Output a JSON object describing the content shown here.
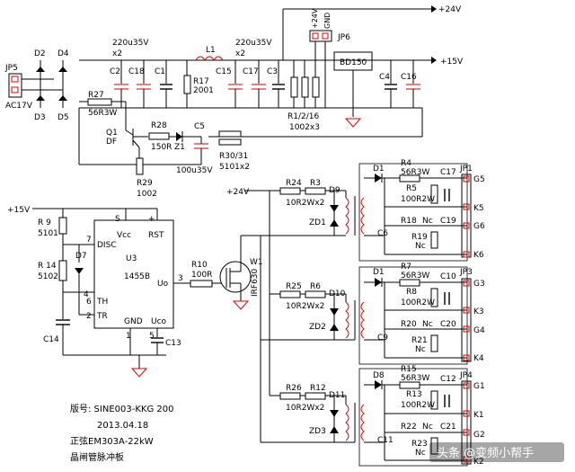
{
  "rails": {
    "v24": "+24V",
    "v15": "+15V",
    "v24_left": "+24V",
    "v15_left": "+15V"
  },
  "power": {
    "JP5": "JP5",
    "AC17V": "AC17V",
    "D2": "D2",
    "D4": "D4",
    "D3": "D3",
    "D5": "D5",
    "R27": "R27",
    "R27_val": "56R3W",
    "C2": "C2",
    "C18": "C18",
    "C1": "C1",
    "cap_group1": "220u35V",
    "x2a": "x2",
    "L1": "L1",
    "R17": "R17",
    "R17_val": "2001",
    "C15": "C15",
    "C17": "C17",
    "C3": "C3",
    "cap_group2": "220u35V",
    "x2b": "x2",
    "R116": "R1/2/16",
    "R116_val": "1002x3",
    "BD150": "BD150",
    "JP6": "JP6",
    "jp6_24": "+24V",
    "jp6_gnd": "GND",
    "C4": "C4",
    "C16": "C16",
    "Q1": "Q1",
    "Q1_type": "DF",
    "R28": "R28",
    "R28_val": "150R",
    "Z1": "Z1",
    "C5": "C5",
    "C5_val": "100u35V",
    "R30": "R30/31",
    "R30_val": "5101x2",
    "R29": "R29",
    "R29_val": "1002"
  },
  "timer": {
    "R9": "R 9",
    "R9_val": "5101",
    "R14": "R 14",
    "R14_val": "5102",
    "D7": "D7",
    "C14": "C14",
    "C13": "C13",
    "U3": "U3",
    "U3_type": "1455B",
    "pin_S": "S",
    "pin_Vcc": "Vcc",
    "pin_plus": "+",
    "pin_RST": "RST",
    "pin_DISC": "DISC",
    "pin_TH": "TH",
    "pin_TR": "TR",
    "pin_GND": "GND",
    "pin_Uco": "Uco",
    "pin_Uo": "Uo",
    "n7": "7",
    "n6": "6",
    "n2": "2",
    "n1": "1",
    "n5": "5",
    "n3": "3",
    "n4": "4",
    "R10": "R10",
    "R10_val": "100R",
    "W1": "W1",
    "W1_type": "IRF630"
  },
  "channels": [
    {
      "Ra": "R24",
      "Rb": "R3",
      "Rval": "10R2Wx2",
      "Dz": "D9",
      "ZD": "ZD1",
      "Dout": "D1",
      "Rc": "R4",
      "Rc_val": "56R3W",
      "Cout": "C17",
      "JP": "JP1",
      "Rd": "R5",
      "Rd_val": "100R2W",
      "Re": "R18",
      "Re_val": "Nc",
      "Cf": "C19",
      "Cin": "C6",
      "Rf": "R19",
      "Rf_val": "Nc",
      "P1": "G5",
      "P2": "K5",
      "P3": "G6",
      "P4": "K6"
    },
    {
      "Ra": "R25",
      "Rb": "R6",
      "Rval": "10R2Wx2",
      "Dz": "D10",
      "ZD": "ZD2",
      "Dout": "D1",
      "Rc": "R7",
      "Rc_val": "56R3W",
      "Cout": "C10",
      "JP": "JP3",
      "Rd": "R8",
      "Rd_val": "100R2W",
      "Re": "R20",
      "Re_val": "Nc",
      "Cf": "C20",
      "Cin": "C9",
      "Rf": "R21",
      "Rf_val": "Nc",
      "P1": "G3",
      "P2": "K3",
      "P3": "G4",
      "P4": "K4"
    },
    {
      "Ra": "R26",
      "Rb": "R12",
      "Rval": "10R2Wx2",
      "Dz": "D11",
      "ZD": "ZD3",
      "Dout": "D8",
      "Rc": "R15",
      "Rc_val": "56R3W",
      "Cout": "C12",
      "JP": "JP4",
      "Rd": "R13",
      "Rd_val": "100R2W",
      "Re": "R22",
      "Re_val": "Nc",
      "Cf": "C21",
      "Cin": "C11",
      "Rf": "R23",
      "Rf_val": "Nc",
      "P1": "G1",
      "P2": "K1",
      "P3": "G2",
      "P4": "K2"
    }
  ],
  "notes": {
    "line1": "版号: SINE003-KKG 200",
    "line2": "2013.04.18",
    "line3": "正弦EM303A-22kW",
    "line4": "晶闸管脉冲板"
  },
  "watermark": "头条 @变频小帮手"
}
